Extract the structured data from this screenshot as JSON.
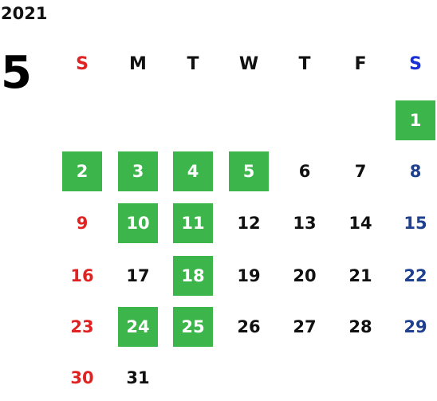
{
  "calendar": {
    "year": "2021",
    "month": "5",
    "weekdays": [
      "S",
      "M",
      "T",
      "W",
      "T",
      "F",
      "S"
    ],
    "colors": {
      "highlight": "#3cb54a",
      "sunday": "#e02222",
      "saturday": "#1f3f8f",
      "weekday": "#111111"
    },
    "days": [
      {
        "day": "1",
        "highlighted": true
      },
      {
        "day": "2",
        "highlighted": true
      },
      {
        "day": "3",
        "highlighted": true
      },
      {
        "day": "4",
        "highlighted": true
      },
      {
        "day": "5",
        "highlighted": true
      },
      {
        "day": "6",
        "highlighted": false
      },
      {
        "day": "7",
        "highlighted": false
      },
      {
        "day": "8",
        "highlighted": false
      },
      {
        "day": "9",
        "highlighted": false
      },
      {
        "day": "10",
        "highlighted": true
      },
      {
        "day": "11",
        "highlighted": true
      },
      {
        "day": "12",
        "highlighted": false
      },
      {
        "day": "13",
        "highlighted": false
      },
      {
        "day": "14",
        "highlighted": false
      },
      {
        "day": "15",
        "highlighted": false
      },
      {
        "day": "16",
        "highlighted": false
      },
      {
        "day": "17",
        "highlighted": false
      },
      {
        "day": "18",
        "highlighted": true
      },
      {
        "day": "19",
        "highlighted": false
      },
      {
        "day": "20",
        "highlighted": false
      },
      {
        "day": "21",
        "highlighted": false
      },
      {
        "day": "22",
        "highlighted": false
      },
      {
        "day": "23",
        "highlighted": false
      },
      {
        "day": "24",
        "highlighted": true
      },
      {
        "day": "25",
        "highlighted": true
      },
      {
        "day": "26",
        "highlighted": false
      },
      {
        "day": "27",
        "highlighted": false
      },
      {
        "day": "28",
        "highlighted": false
      },
      {
        "day": "29",
        "highlighted": false
      },
      {
        "day": "30",
        "highlighted": false
      },
      {
        "day": "31",
        "highlighted": false
      }
    ]
  }
}
